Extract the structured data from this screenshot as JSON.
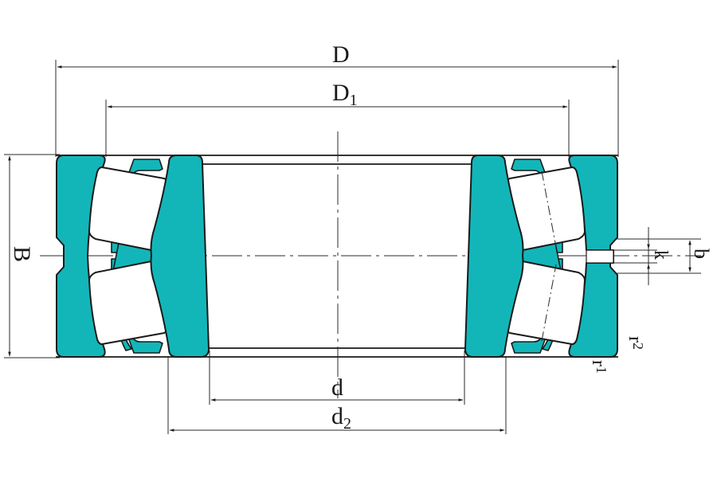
{
  "diagram": {
    "title": "Spherical roller bearing cross-section with dimensions",
    "colors": {
      "ring_fill": "#12b6b9",
      "outline": "#1a1a1a",
      "background": "#ffffff"
    },
    "labels": {
      "outer_diameter": "D",
      "shoulder_diameter_main": "D",
      "shoulder_diameter_sub": "1",
      "bore_diameter": "d",
      "inner_shoulder_main": "d",
      "inner_shoulder_sub": "2",
      "width": "B",
      "groove_width": "b",
      "lubrication_hole": "k",
      "chamfer_r1_main": "r",
      "chamfer_r1_sub": "1",
      "chamfer_r2_main": "r",
      "chamfer_r2_sub": "2"
    },
    "components": [
      "outer-ring-left",
      "outer-ring-right",
      "inner-ring-left",
      "inner-ring-right",
      "roller-upper-left",
      "roller-lower-left",
      "roller-upper-right",
      "roller-lower-right",
      "cage-left",
      "cage-right",
      "lubrication-groove"
    ]
  }
}
